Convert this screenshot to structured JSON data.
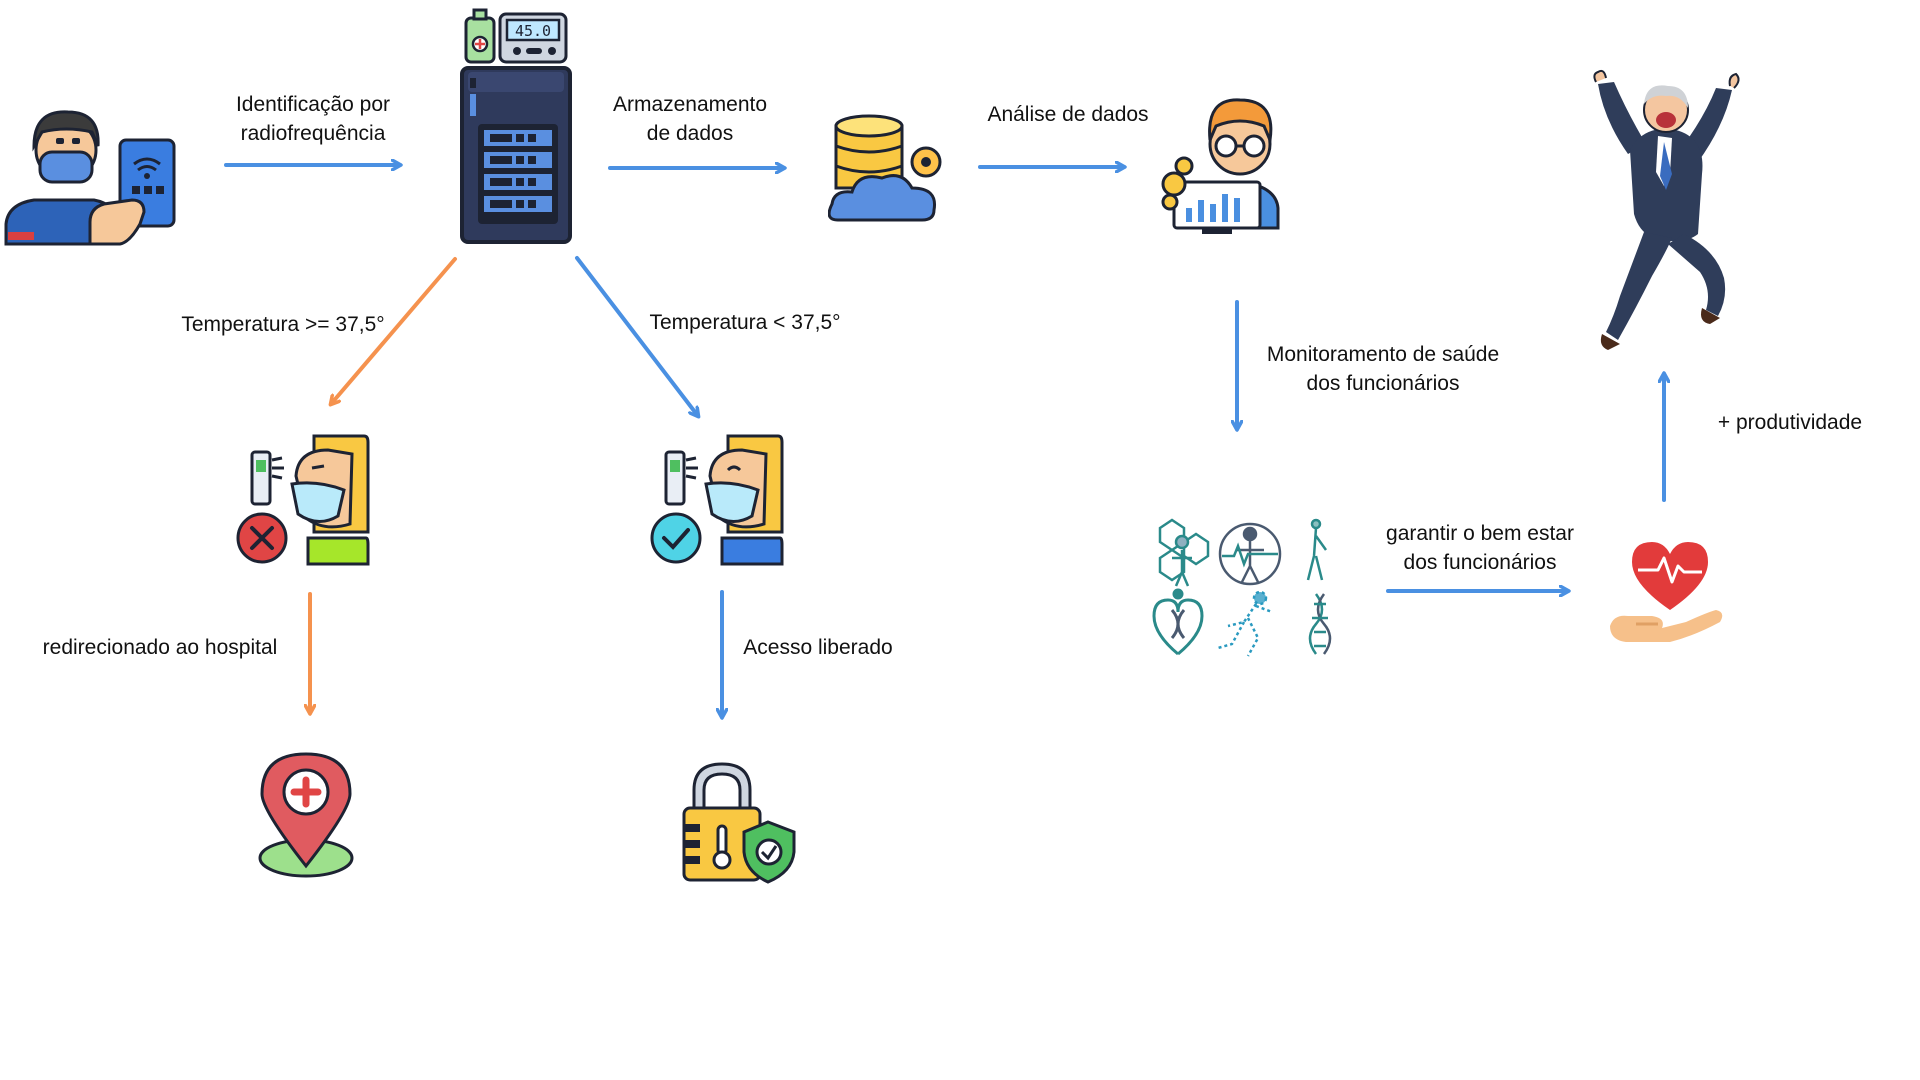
{
  "colors": {
    "blue_arrow": "#4a90e2",
    "orange_arrow": "#f5924e",
    "dark_outline": "#1d2333",
    "server_fill": "#2f3a5c",
    "red_cross": "#e04545",
    "check_cyan": "#4fd3e6",
    "heart_red": "#e23b3b",
    "pin_red": "#e05b60",
    "yellow": "#f9c842"
  },
  "labels": {
    "rfid": [
      "Identificação por",
      "radiofrequência"
    ],
    "storage": [
      "Armazenamento",
      "de dados"
    ],
    "analysis": "Análise de dados",
    "temp_high": "Temperatura >=  37,5°",
    "temp_low": "Temperatura < 37,5°",
    "monitoring": [
      "Monitoramento de saúde",
      "dos funcionários"
    ],
    "productivity": "+ produtividade",
    "hospital": "redirecionado ao hospital",
    "access": "Acesso liberado",
    "wellbeing": [
      "garantir o bem estar",
      "dos funcionários"
    ]
  },
  "thermometer_display": "45.0",
  "icons": [
    "employee-phone-icon",
    "server-icon",
    "thermometer-device-icon",
    "cloud-database-icon",
    "data-analyst-icon",
    "temperature-check-denied-icon",
    "temperature-check-approved-icon",
    "hospital-pin-icon",
    "access-lock-icon",
    "health-collage-icon",
    "heart-hand-icon",
    "happy-businessman-icon"
  ]
}
